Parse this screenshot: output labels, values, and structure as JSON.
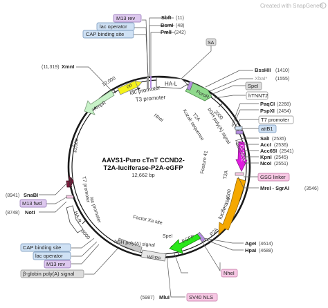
{
  "watermark": "Created with SnapGene®",
  "plasmid": {
    "name_line1": "AAVS1-Puro cTnT CCND2-",
    "name_line2": "T2A-luciferase-P2A-eGFP",
    "size": "12,662 bp"
  },
  "ticks": {
    "t2000": "2000",
    "t4000": "4000",
    "t6000": "6000",
    "t8000": "8000",
    "t10000": "10,000",
    "t12000": "12,000"
  },
  "features": {
    "ori": "ori",
    "ampr": "AmpR",
    "hal": "HA-L",
    "puror": "PuroR",
    "t2a_top": "T2A",
    "ccnd2": "CCND2",
    "t2a_right": "T2A",
    "luciferase": "luciferase",
    "p2a": "P2A",
    "egfp": "EGFP",
    "wpre": "WPRE",
    "har": "HA-R",
    "ccdb": "ccdB",
    "lac_promoter_top": "lac promoter",
    "t3_promoter": "T3 promoter",
    "nhei_inner": "NheI",
    "kozak": "Kozak sequence",
    "bgh": "bGH poly(A) signal",
    "feature41": "Feature 41",
    "factorxa": "Factor Xa site",
    "hgh": "hGH poly(A) signal",
    "spei_inner": "SpeI",
    "t7_promoter_left": "T7 promoter",
    "lac_promoter_left": "lac promoter"
  },
  "outer_labels": {
    "m13rev_top": "M13 rev",
    "lac_operator_top": "lac operator",
    "cap_top": "CAP binding site",
    "sbfi": "SbfI",
    "sbfi_pos": "(11)",
    "bsmi": "BsmI",
    "bsmi_pos": "(48)",
    "pmli": "PmlI",
    "pmli_pos": "(242)",
    "sa": "SA",
    "xmni": "XmnI",
    "xmni_pos": "(11,319)",
    "bsshii": "BssHII",
    "bsshii_pos": "(1410)",
    "xbai": "XbaI*",
    "xbai_pos": "(1555)",
    "spei_right": "SpeI",
    "htnnt2": "hTNNT2",
    "paqci": "PaqCI",
    "paqci_pos": "(2268)",
    "pspxi": "PspXI",
    "pspxi_pos": "(2454)",
    "t7_right": "T7 promoter",
    "attb1": "attB1",
    "sali": "SalI",
    "sali_pos": "(2535)",
    "acci": "AccI",
    "acci_pos": "(2536)",
    "acc65i": "Acc65I",
    "acc65i_pos": "(2541)",
    "kpni": "KpnI",
    "kpni_pos": "(2545)",
    "ncoi": "NcoI",
    "ncoi_pos": "(2551)",
    "gsg": "GSG linker",
    "mrei": "MreI - SgrAI",
    "mrei_pos": "(3546)",
    "agei": "AgeI",
    "agei_pos": "(4614)",
    "hpai": "HpaI",
    "hpai_pos": "(4688)",
    "nhei_out": "NheI",
    "sv40": "SV40 NLS",
    "mlui": "MluI",
    "mlui_pos": "(5987)",
    "snabi": "SnaBI",
    "snabi_pos": "(8941)",
    "m13fwd": "M13 fwd",
    "noti": "NotI",
    "noti_pos": "(8748)",
    "cap_bottom": "CAP binding site",
    "lac_operator_bottom": "lac operator",
    "m13rev_bottom": "M13 rev",
    "bglobin": "β-globin poly(A) signal"
  },
  "colors": {
    "ring": "#222222",
    "blue_box": "#cfe1f4",
    "purple_box": "#ddc8ee",
    "pink_box": "#f7c8e4",
    "grey_box": "#dcdcdc",
    "green_box": "#cfeec8",
    "ori": "#f5f31a",
    "ampr": "#c8f2c8",
    "hal": "#ffffff",
    "puror": "#8fd98c",
    "ccnd2": "#e01ce0",
    "luciferase": "#f5a800",
    "egfp": "#2ae81a",
    "ccdb": "#7a1a3a",
    "wpre": "#e8e8e8"
  }
}
